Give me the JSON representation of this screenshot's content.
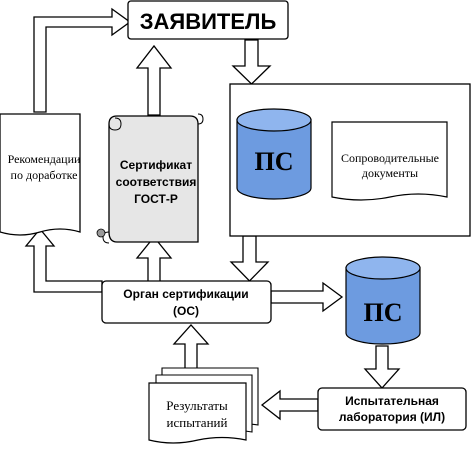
{
  "applicant": {
    "label": "ЗАЯВИТЕЛЬ"
  },
  "recommendations": {
    "line1": "Рекомендации",
    "line2": "по доработке"
  },
  "certificate": {
    "line1": "Сертификат",
    "line2": "соответствия",
    "line3": "ГОСТ-Р"
  },
  "product_top": {
    "label": "ПС"
  },
  "accompanying_docs": {
    "line1": "Сопроводительные",
    "line2": "документы"
  },
  "cert_body": {
    "line1": "Орган сертификации",
    "line2": "(ОС)"
  },
  "product_right": {
    "label": "ПС"
  },
  "test_results": {
    "line1": "Результаты",
    "line2": "испытаний"
  },
  "test_lab": {
    "line1": "Испытательная",
    "line2": "лаборатория (ИЛ)"
  },
  "colors": {
    "cylinder": "#6d9be0",
    "cylinder_top": "#8fb5ee",
    "scroll": "#e6e6e6",
    "stroke": "#000000"
  }
}
